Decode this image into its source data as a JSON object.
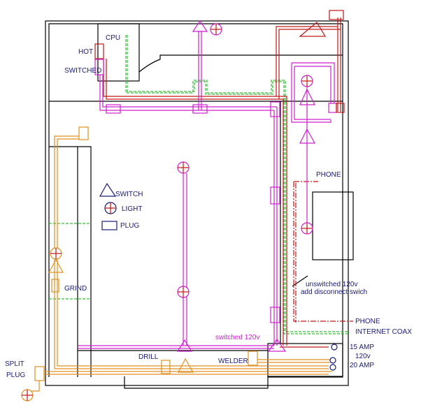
{
  "labels": {
    "cpu": "CPU",
    "hot": "HOT",
    "switched": "SWITCHED",
    "grind": "GRIND",
    "drill": "DRILL",
    "welder": "WELDER",
    "split_plug_1": "SPLIT",
    "split_plug_2": "PLUG",
    "phone_top": "PHONE",
    "switched_120v": "switched 120v",
    "unswitched_120v": "unswitched 120v",
    "add_disconnect": "add disconnect swich",
    "phone_right": "PHONE",
    "internet_coax": "INTERNET COAX",
    "amp15": "15 AMP",
    "v120": "120v",
    "amp20": "20 AMP"
  },
  "legend": {
    "switch": "SWITCH",
    "light": "LIGHT",
    "plug": "PLUG"
  },
  "colors": {
    "switched": "#d020d0",
    "hot": "#c01818",
    "network": "#30c030",
    "shop": "#e09020",
    "walls": "#000000",
    "text": "#1a1a7a"
  }
}
